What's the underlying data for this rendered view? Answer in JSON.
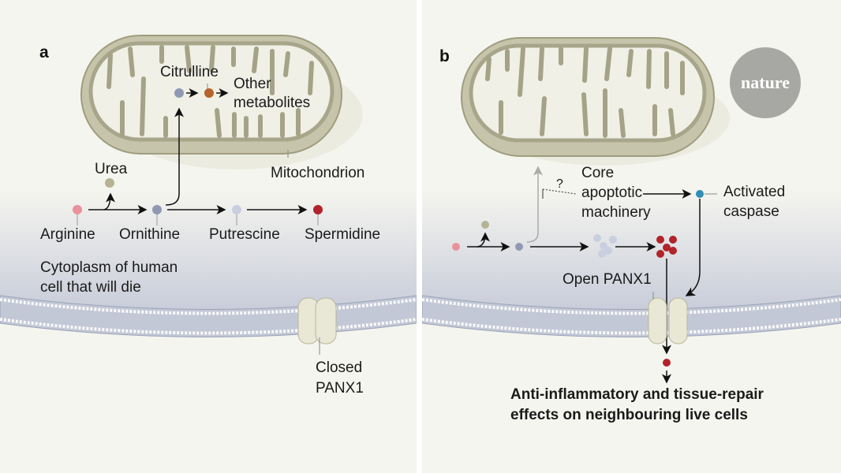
{
  "panel_a": {
    "letter": "a",
    "labels": {
      "citrulline": "Citrulline",
      "other_metabolites_1": "Other",
      "other_metabolites_2": "metabolites",
      "mitochondrion": "Mitochondrion",
      "urea": "Urea",
      "arginine": "Arginine",
      "ornithine": "Ornithine",
      "putrescine": "Putrescine",
      "spermidine": "Spermidine",
      "cytoplasm_1": "Cytoplasm of human",
      "cytoplasm_2": "cell that will die",
      "closed_panx1_1": "Closed",
      "closed_panx1_2": "PANX1"
    }
  },
  "panel_b": {
    "letter": "b",
    "labels": {
      "question": "?",
      "core_1": "Core",
      "core_2": "apoptotic",
      "core_3": "machinery",
      "activated_1": "Activated",
      "activated_2": "caspase",
      "open_panx1": "Open PANX1",
      "effects_1": "Anti-inflammatory and tissue-repair",
      "effects_2": "effects on neighbouring live cells"
    },
    "logo": "nature"
  },
  "colors": {
    "background": "#f5f5ef",
    "arginine": "#e8929a",
    "ornithine": "#8f99b3",
    "putrescine": "#c9cfdf",
    "spermidine": "#b3232a",
    "urea": "#b5b394",
    "citrulline_product": "#b5652c",
    "caspase": "#2e8fb5",
    "mitochondrion": "#b9b79c",
    "cytoplasm": "#d3d6e0"
  }
}
